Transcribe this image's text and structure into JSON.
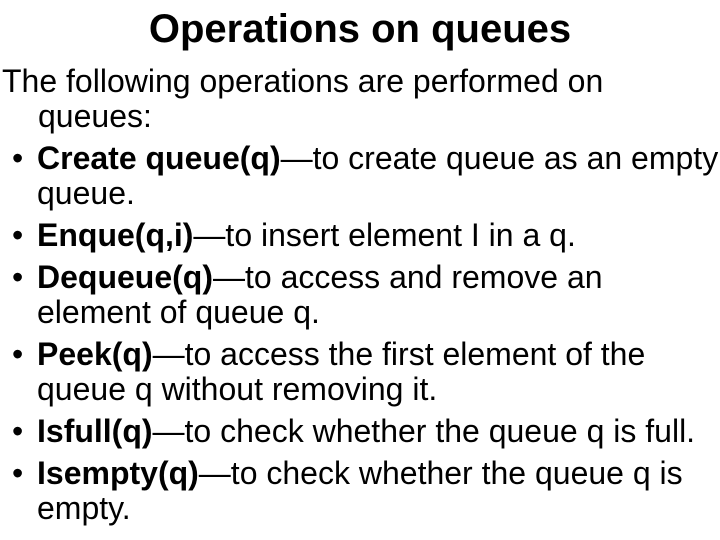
{
  "slide": {
    "background_color": "#ffffff",
    "text_color": "#000000",
    "title": "Operations on queues",
    "intro": "The following operations are performed on queues:",
    "bullet_char": "•",
    "bullets": [
      {
        "term": "Create queue(q)",
        "rest": "—to create queue as an empty queue."
      },
      {
        "term": "Enque(q,i)",
        "rest": "—to insert element I in a q."
      },
      {
        "term": "Dequeue(q)",
        "rest": "—to access and remove an element of queue q."
      },
      {
        "term": "Peek(q)",
        "rest": "—to access the first element of the queue q without removing it."
      },
      {
        "term": "Isfull(q)",
        "rest": "—to check whether the queue q is full."
      },
      {
        "term": "Isempty(q)",
        "rest": "—to check whether the queue q is empty."
      }
    ]
  }
}
